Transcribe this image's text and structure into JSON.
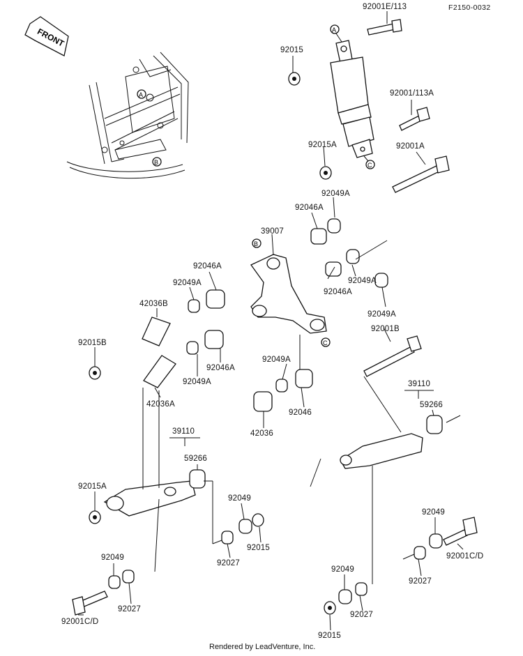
{
  "diagram_code": "F2150-0032",
  "front_label": "FRONT",
  "callouts": {
    "a": "A",
    "b": "B",
    "c": "C"
  },
  "parts": {
    "p92001E_113": "92001E/113",
    "p92015_top": "92015",
    "p92001_113A": "92001/113A",
    "p92015A_top": "92015A",
    "p92001A": "92001A",
    "p92049A_1": "92049A",
    "p92046A_1": "92046A",
    "p39007": "39007",
    "p92046A_2": "92046A",
    "p92049A_2": "92049A",
    "p92049A_3": "92049A",
    "p92001B": "92001B",
    "p92046A_3": "92046A",
    "p92049A_4": "92049A",
    "p42036B": "42036B",
    "p92015B": "92015B",
    "p92046A_4": "92046A",
    "p92049A_5": "92049A",
    "p42036A": "42036A",
    "p92049A_6": "92049A",
    "p92046": "92046",
    "p42036": "42036",
    "p39110_left": "39110",
    "p59266_left": "59266",
    "p39110_right": "39110",
    "p59266_right": "59266",
    "p92015A_left": "92015A",
    "p92049_mid": "92049",
    "p92015_mid": "92015",
    "p92027_mid": "92027",
    "p92049_left": "92049",
    "p92027_left": "92027",
    "p92001CD_left": "92001C/D",
    "p92049_right": "92049",
    "p92001CD_right": "92001C/D",
    "p92027_right": "92027",
    "p92049_bottom": "92049",
    "p92027_bottom": "92027",
    "p92015_bottom": "92015"
  },
  "footer": "Rendered by LeadVenture, Inc."
}
